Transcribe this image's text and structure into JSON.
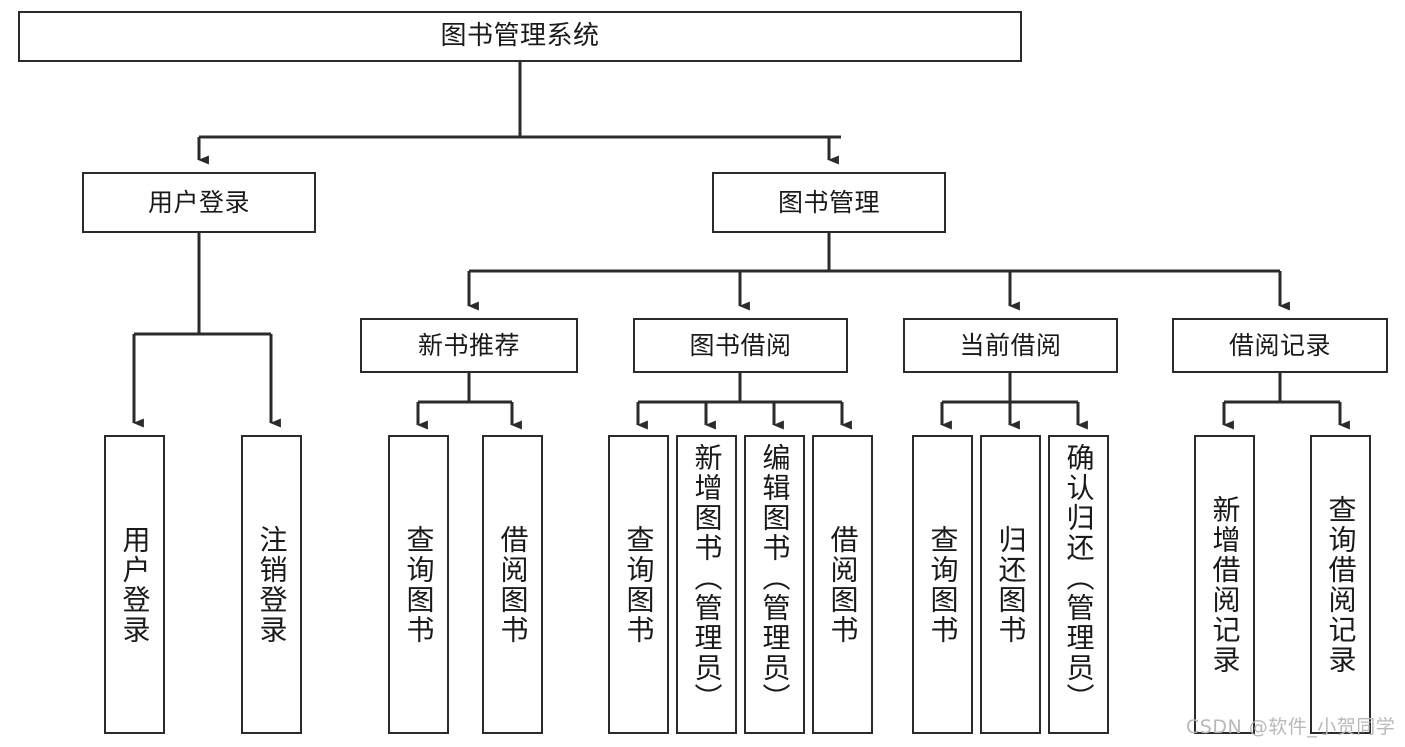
{
  "diagram": {
    "title": "图书管理系统",
    "type": "tree-hierarchy-diagram",
    "watermark": "CSDN @软件_小贺同学",
    "colors": {
      "stroke": "#2b2b2b",
      "fill": "#ffffff",
      "text": "#1a1a1a",
      "watermark": "#b9b9b9"
    },
    "nodes": {
      "root": {
        "label": "图书管理系统",
        "level": 0
      },
      "level1": [
        {
          "id": "user-login",
          "label": "用户登录"
        },
        {
          "id": "book-manage",
          "label": "图书管理"
        }
      ],
      "level2": [
        {
          "id": "new-book-recommend",
          "label": "新书推荐"
        },
        {
          "id": "book-borrow",
          "label": "图书借阅"
        },
        {
          "id": "current-borrow",
          "label": "当前借阅"
        },
        {
          "id": "borrow-record",
          "label": "借阅记录"
        }
      ],
      "leaves": {
        "user-login": [
          {
            "id": "leaf-user-login",
            "label": "用户登录"
          },
          {
            "id": "leaf-logout-login",
            "label": "注销登录"
          }
        ],
        "new-book-recommend": [
          {
            "id": "leaf-query-book-1",
            "label": "查询图书"
          },
          {
            "id": "leaf-borrow-book-1",
            "label": "借阅图书"
          }
        ],
        "book-borrow": [
          {
            "id": "leaf-query-book-2",
            "label": "查询图书"
          },
          {
            "id": "leaf-add-book",
            "label": "新增图书（管理员）"
          },
          {
            "id": "leaf-edit-book",
            "label": "编辑图书（管理员）"
          },
          {
            "id": "leaf-borrow-book-2",
            "label": "借阅图书"
          }
        ],
        "current-borrow": [
          {
            "id": "leaf-query-book-3",
            "label": "查询图书"
          },
          {
            "id": "leaf-return-book",
            "label": "归还图书"
          },
          {
            "id": "leaf-confirm-return",
            "label": "确认归还（管理员）"
          }
        ],
        "borrow-record": [
          {
            "id": "leaf-add-record",
            "label": "新增借阅记录"
          },
          {
            "id": "leaf-query-record",
            "label": "查询借阅记录"
          }
        ]
      }
    }
  }
}
